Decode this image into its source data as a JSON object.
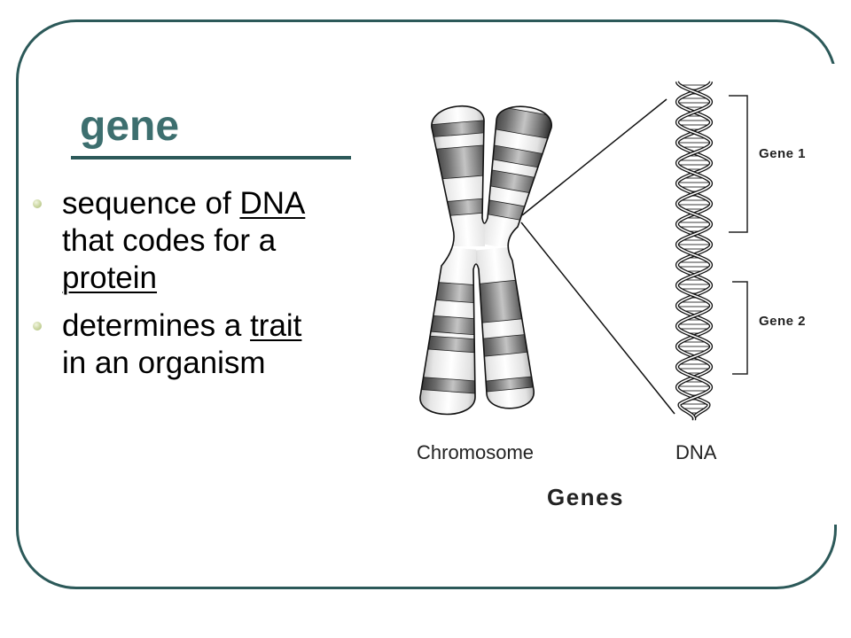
{
  "slide": {
    "title": "gene",
    "bullets": [
      {
        "lines": [
          [
            {
              "text": "sequence of ",
              "underline": false
            },
            {
              "text": "DNA",
              "underline": true
            }
          ],
          [
            {
              "text": "that codes for a",
              "underline": false
            }
          ],
          [
            {
              "text": "protein",
              "underline": true
            }
          ]
        ]
      },
      {
        "lines": [
          [
            {
              "text": "determines a ",
              "underline": false
            },
            {
              "text": "trait",
              "underline": true
            }
          ],
          [
            {
              "text": "in an organism",
              "underline": false
            }
          ]
        ]
      }
    ]
  },
  "diagram": {
    "chromosome_label": "Chromosome",
    "dna_label": "DNA",
    "caption": "Genes",
    "genes": [
      {
        "label": "Gene 1"
      },
      {
        "label": "Gene 2"
      }
    ]
  },
  "colors": {
    "title": "#3d6f6f",
    "border": "#2c5959",
    "bullet": "#c9d59f",
    "text": "#000000"
  }
}
